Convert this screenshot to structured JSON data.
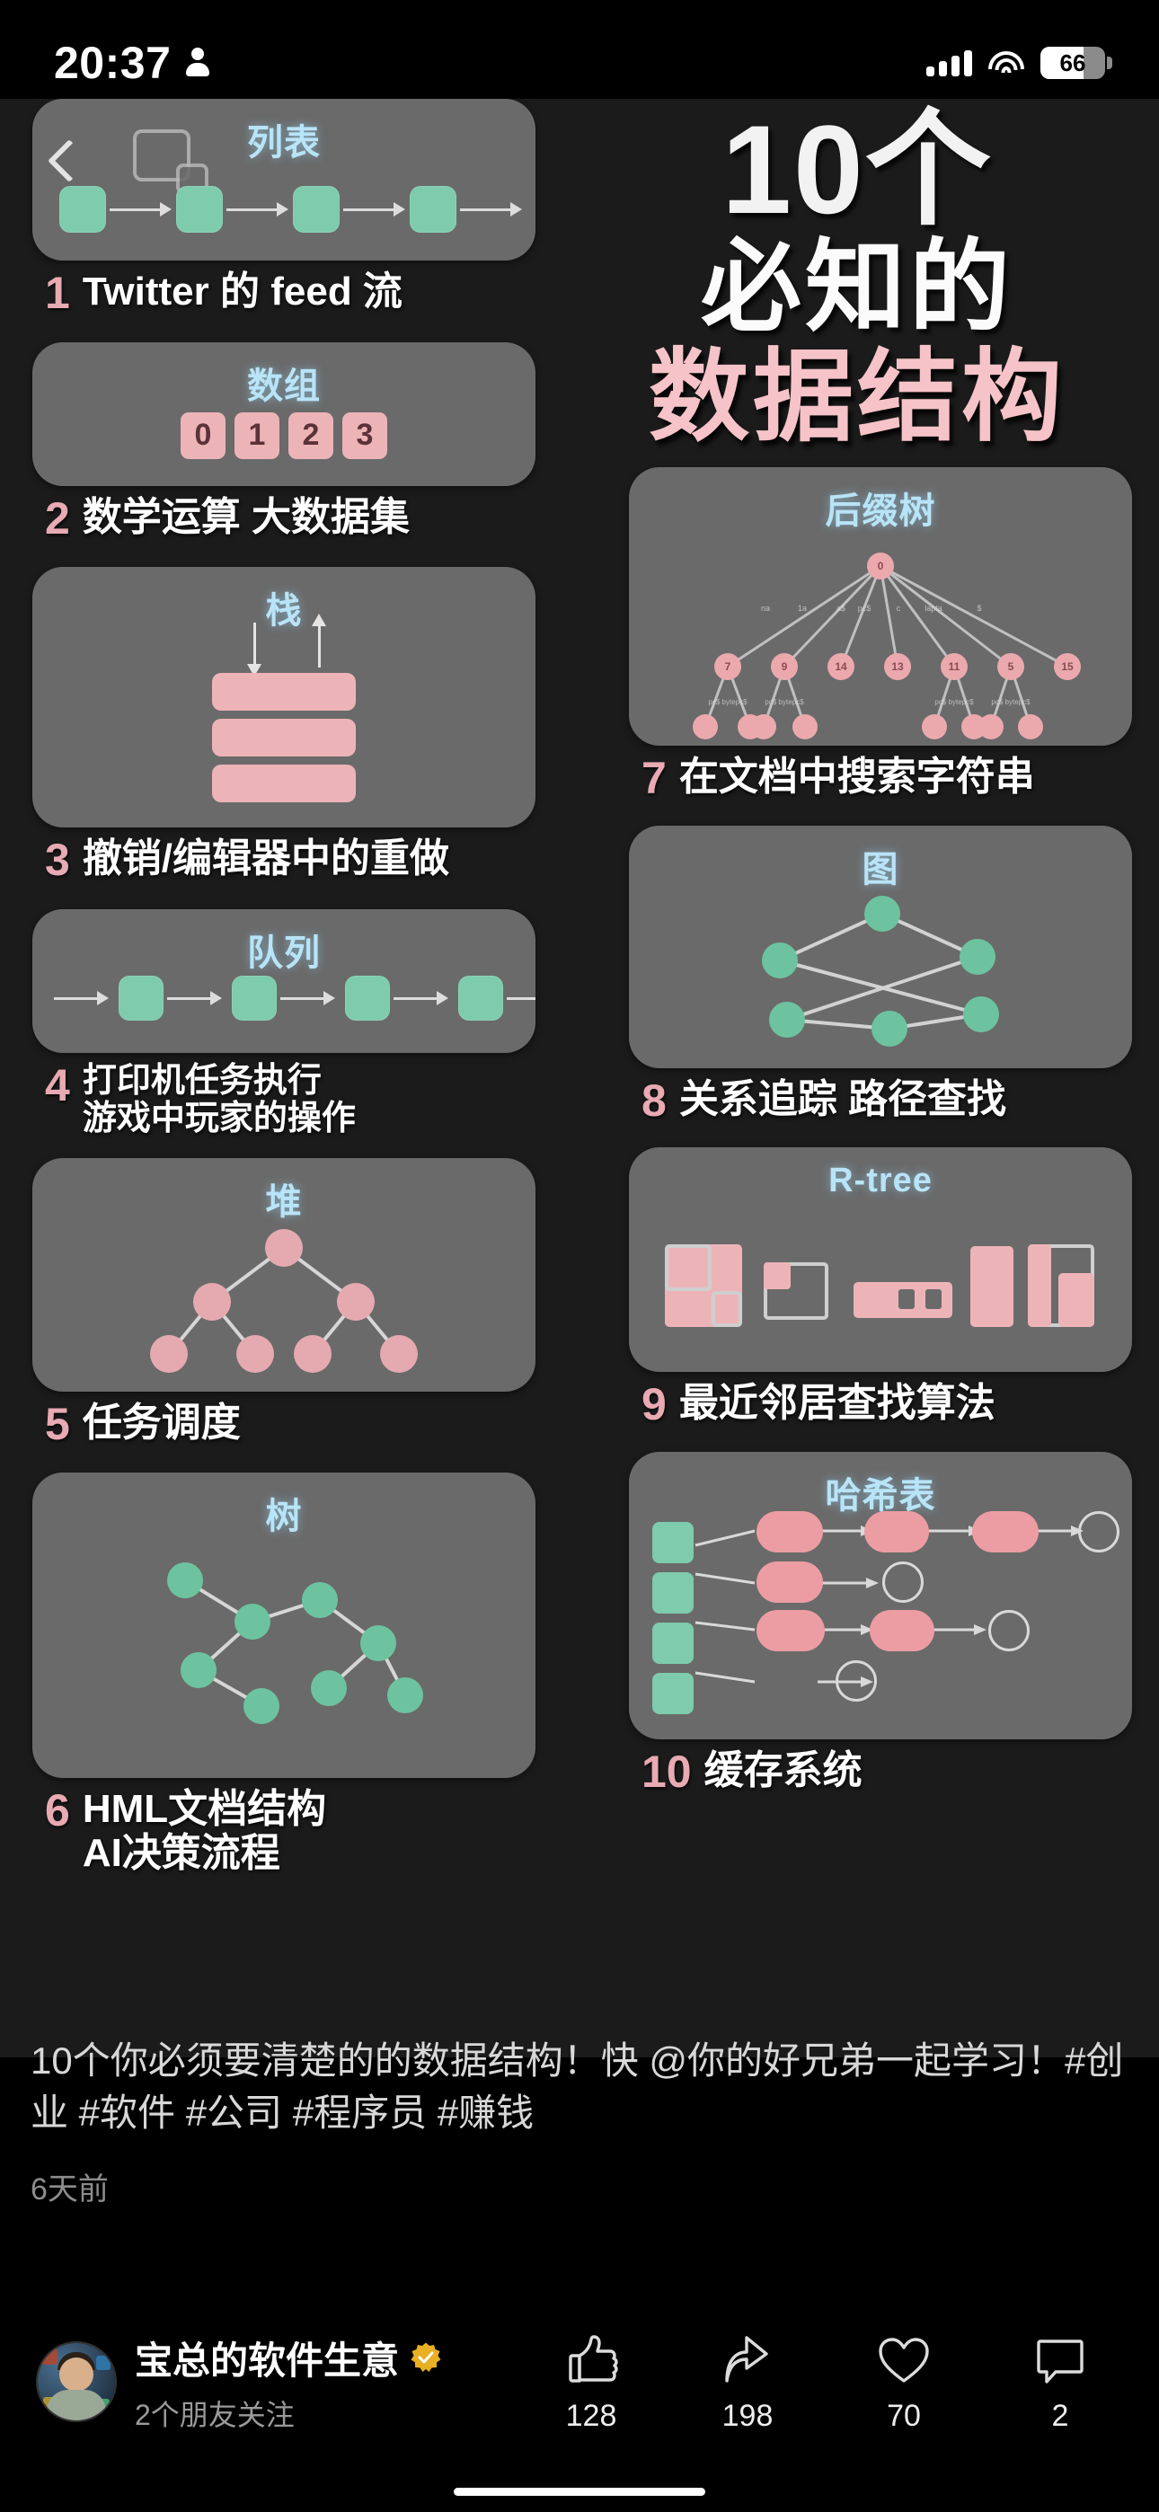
{
  "status_bar": {
    "time": "20:37",
    "person_icon": "person-icon",
    "signal_icon": "signal-bars-icon",
    "wifi_icon": "wifi-icon",
    "battery_percent": "66"
  },
  "post": {
    "headline_line1": "10个",
    "headline_line2": "必知的",
    "headline_line3": "数据结构",
    "caption": "10个你必须要清楚的的数据结构！快 @你的好兄弟一起学习！#创业 #软件 #公司 #程序员 #赚钱",
    "time_ago": "6天前",
    "back_icon": "back-chevron-icon"
  },
  "cards": [
    {
      "num": "1",
      "title": "列表",
      "caption": "Twitter 的 feed 流"
    },
    {
      "num": "2",
      "title": "数组",
      "caption": "数学运算 大数据集",
      "values": [
        "0",
        "1",
        "2",
        "3"
      ]
    },
    {
      "num": "3",
      "title": "栈",
      "caption": "撤销/编辑器中的重做"
    },
    {
      "num": "4",
      "title": "队列",
      "caption": "打印机任务执行\n游戏中玩家的操作"
    },
    {
      "num": "5",
      "title": "堆",
      "caption": "任务调度"
    },
    {
      "num": "6",
      "title": "树",
      "caption": "HML文档结构\nAI决策流程"
    },
    {
      "num": "7",
      "title": "后缀树",
      "caption": "在文档中搜索字符串"
    },
    {
      "num": "8",
      "title": "图",
      "caption": "关系追踪 路径查找"
    },
    {
      "num": "9",
      "title": "R-tree",
      "caption": "最近邻居查找算法"
    },
    {
      "num": "10",
      "title": "哈希表",
      "caption": "缓存系统"
    }
  ],
  "author": {
    "name": "宝总的软件生意",
    "verified_icon": "verified-badge-icon",
    "subtitle": "2个朋友关注",
    "avatar_icon": "avatar"
  },
  "actions": [
    {
      "icon": "thumbs-up-icon",
      "count": "128"
    },
    {
      "icon": "share-arrow-icon",
      "count": "198"
    },
    {
      "icon": "heart-icon",
      "count": "70"
    },
    {
      "icon": "comment-icon",
      "count": "2"
    }
  ],
  "colors": {
    "accent_pink": "#edb4b8",
    "accent_green": "#7ecbae",
    "title_blue": "#b9e4f7",
    "card_bg": "#6a6a6a",
    "page_bg": "#1b1b1b"
  }
}
